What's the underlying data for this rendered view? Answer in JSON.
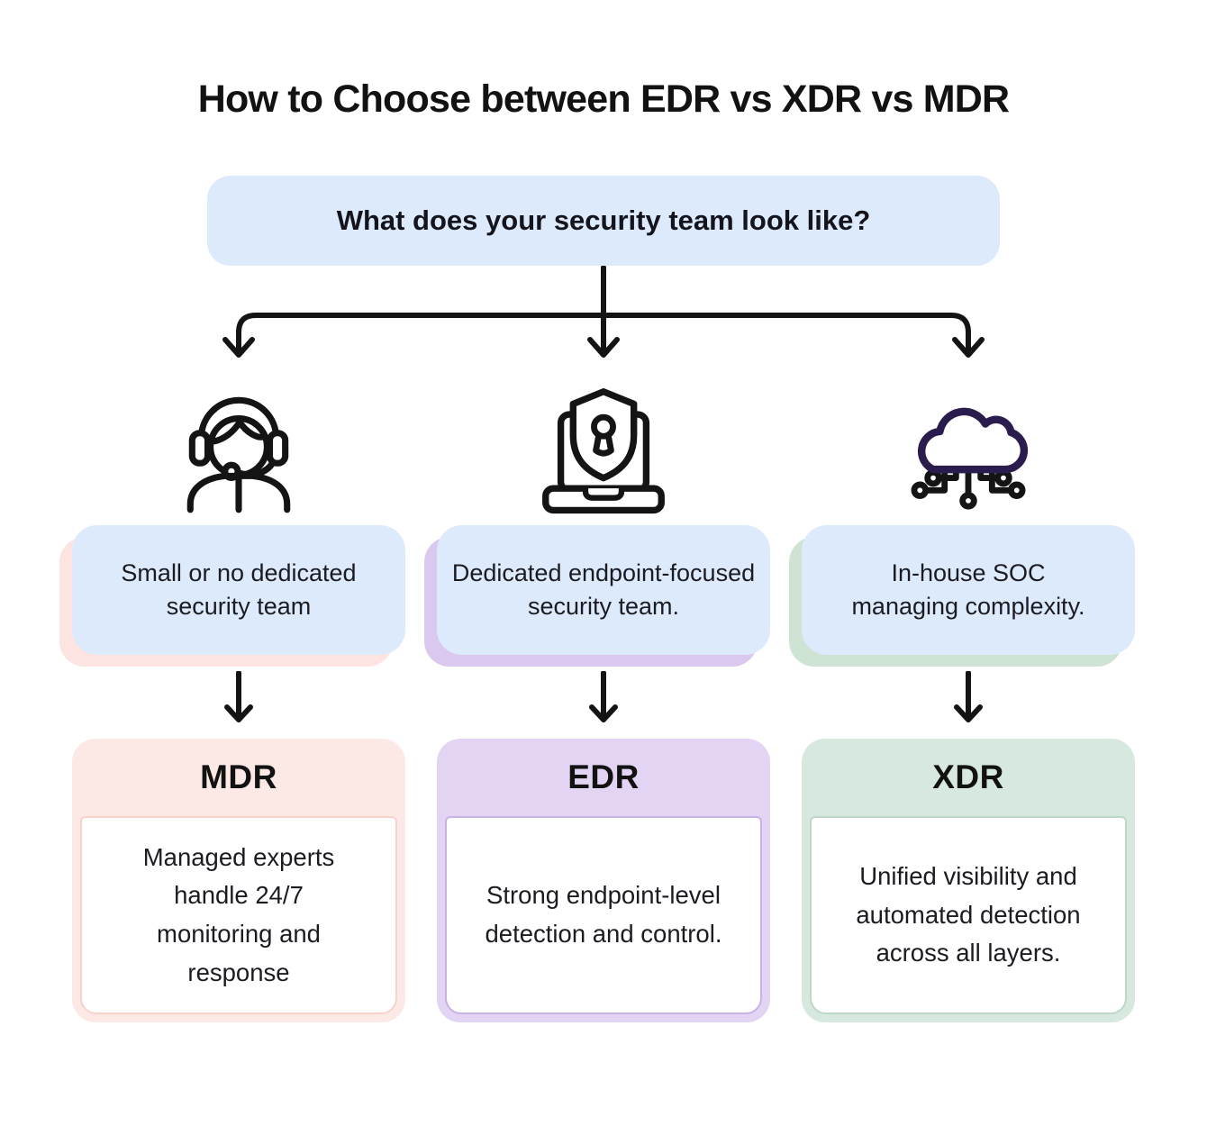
{
  "page": {
    "title": "How to Choose between EDR vs XDR vs MDR",
    "background": "#ffffff",
    "line_color": "#141414"
  },
  "question": {
    "label": "What does your security team look like?",
    "bg": "#ddeafc"
  },
  "columns": [
    {
      "id": "mdr",
      "icon": "support-agent-icon",
      "condition": "Small or no dedicated security team",
      "condition_bg": "#ddeafc",
      "shadow_color": "#fde4e1",
      "accent": "#fce9e6",
      "accent_border": "#f8d2cc",
      "result_title": "MDR",
      "result_text": "Managed experts handle 24/7 monitoring and response"
    },
    {
      "id": "edr",
      "icon": "laptop-shield-icon",
      "condition": "Dedicated endpoint-focused security team.",
      "condition_bg": "#ddeafc",
      "shadow_color": "#dbc8ef",
      "accent": "#e2d4f2",
      "accent_border": "#c6b2e5",
      "result_title": "EDR",
      "result_text": "Strong endpoint-level detection and control."
    },
    {
      "id": "xdr",
      "icon": "cloud-network-icon",
      "condition": "In-house SOC managing complexity.",
      "condition_bg": "#ddeafc",
      "shadow_color": "#cfe3d5",
      "accent": "#d7e9de",
      "accent_border": "#bed7c7",
      "cloud_color": "#2a1c4d",
      "result_title": "XDR",
      "result_text": "Unified visibility and automated detection across all layers."
    }
  ]
}
